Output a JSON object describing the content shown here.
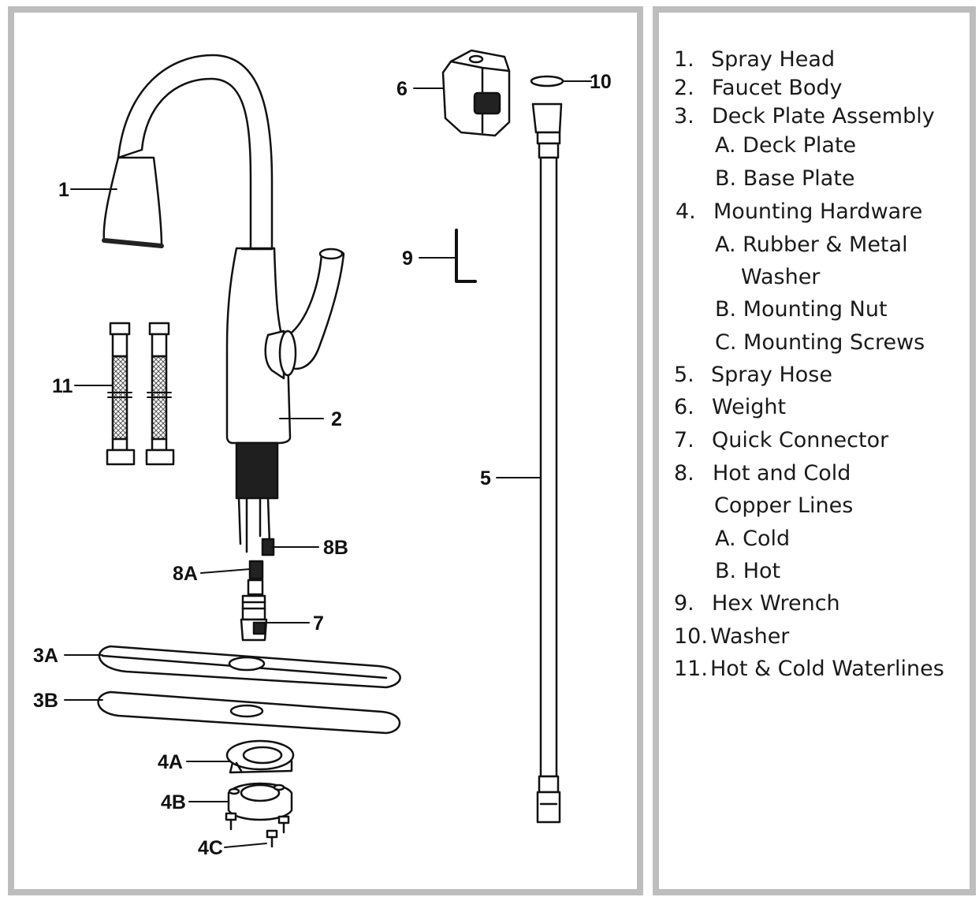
{
  "callouts": {
    "c1": "1",
    "c2": "2",
    "c3a": "3A",
    "c3b": "3B",
    "c4a": "4A",
    "c4b": "4B",
    "c4c": "4C",
    "c5": "5",
    "c6": "6",
    "c7": "7",
    "c8a": "8A",
    "c8b": "8B",
    "c9": "9",
    "c10": "10",
    "c11": "11"
  },
  "parts_list": [
    {
      "num": "1.",
      "label": "Spray Head"
    },
    {
      "num": "2.",
      "label": "Faucet Body"
    },
    {
      "num": "3.",
      "label": "Deck Plate Assembly"
    },
    {
      "num": "",
      "label": "A. Deck Plate"
    },
    {
      "num": "",
      "label": "B. Base Plate"
    },
    {
      "num": "4.",
      "label": "Mounting Hardware"
    },
    {
      "num": "",
      "label": "A. Rubber & Metal"
    },
    {
      "num": "",
      "label": "Washer"
    },
    {
      "num": "",
      "label": "B. Mounting Nut"
    },
    {
      "num": "",
      "label": "C. Mounting Screws"
    },
    {
      "num": "5.",
      "label": "Spray Hose"
    },
    {
      "num": "6.",
      "label": "Weight"
    },
    {
      "num": "7.",
      "label": "Quick Connector"
    },
    {
      "num": "8.",
      "label": "Hot and Cold"
    },
    {
      "num": "",
      "label": "Copper Lines"
    },
    {
      "num": "",
      "label": "A. Cold"
    },
    {
      "num": "",
      "label": "B. Hot"
    },
    {
      "num": "9.",
      "label": "Hex Wrench"
    },
    {
      "num": "10.",
      "label": "Washer"
    },
    {
      "num": "11.",
      "label": "Hot & Cold Waterlines"
    }
  ],
  "colors": {
    "panel_border": "#bdbdbd",
    "line": "#111111",
    "fill_dark": "#1f1f1f",
    "mesh": "#777777"
  }
}
